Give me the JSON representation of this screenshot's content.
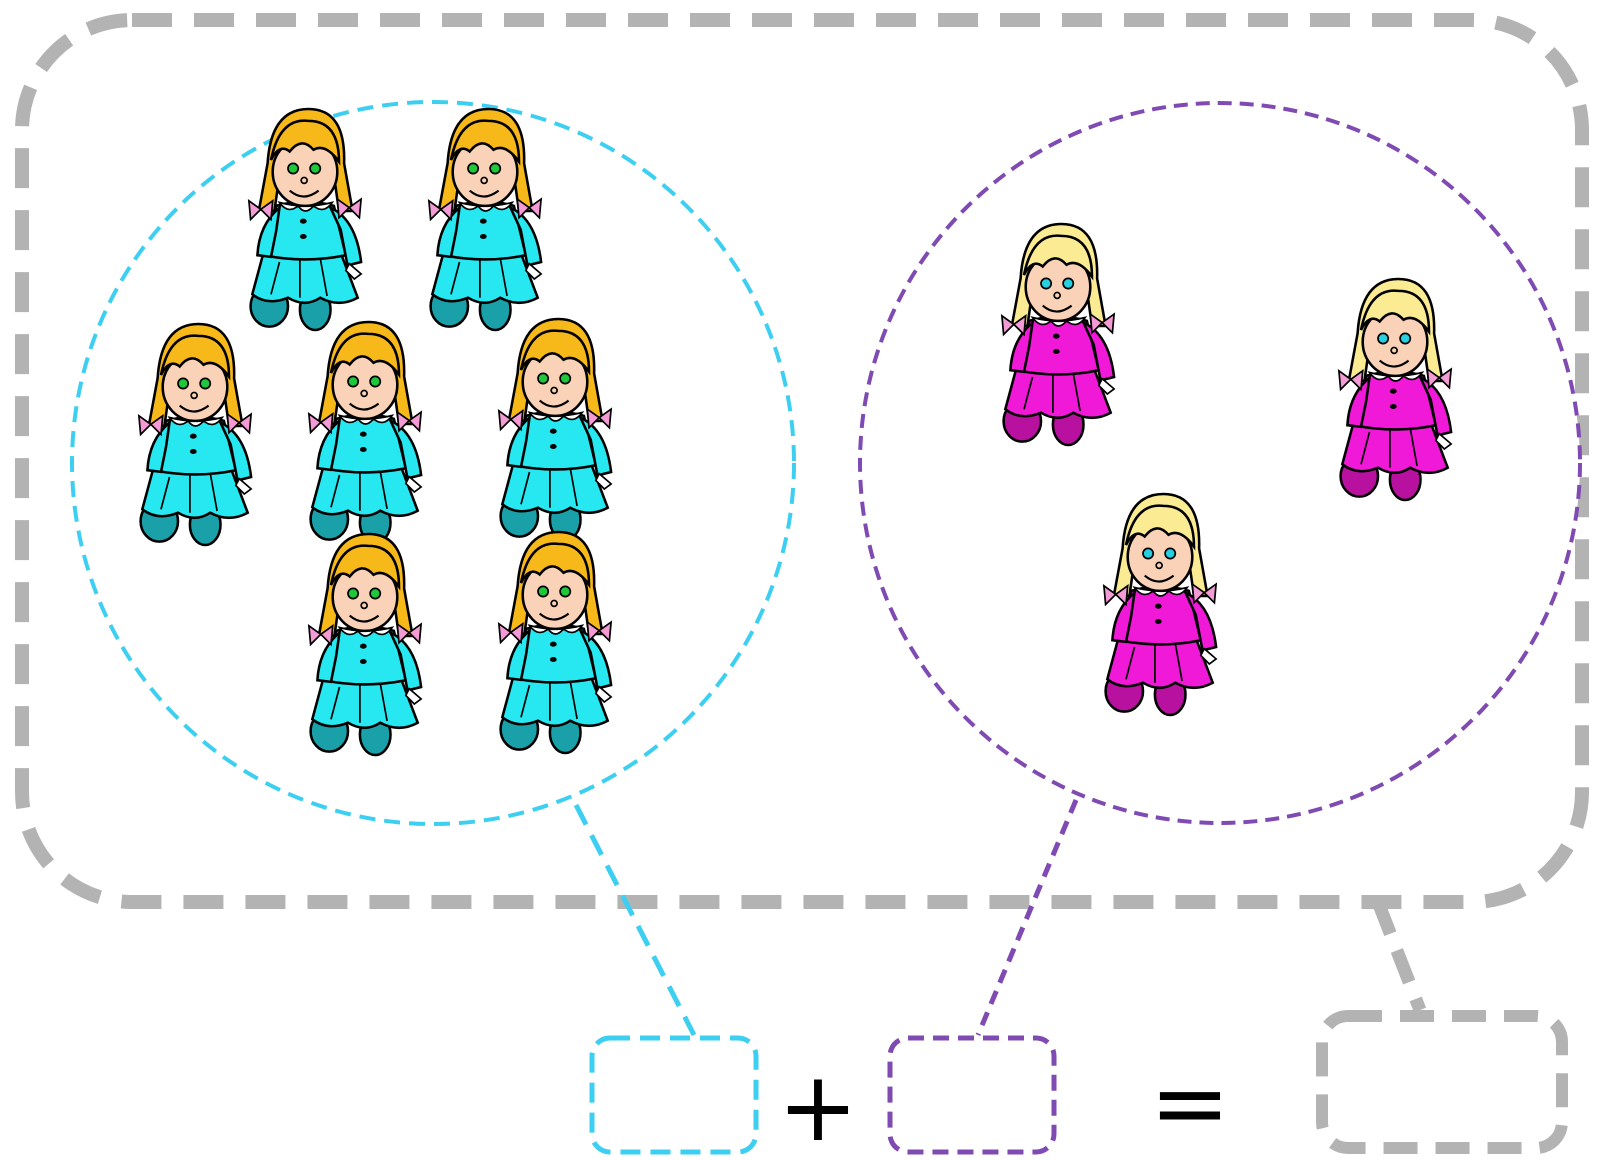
{
  "colors": {
    "outer_border": "#b3b3b3",
    "group_a_border": "#3ccff2",
    "group_b_border": "#7f4bb2",
    "group_a_dress": "#27e8f0",
    "group_a_dress_dark": "#1aa0a8",
    "group_a_hair": "#f7b81a",
    "group_a_eyes": "#1fc83a",
    "group_b_dress": "#f019d8",
    "group_b_dress_dark": "#b8109f",
    "group_b_hair": "#fbeb93",
    "group_b_eyes": "#28cfe0",
    "skin": "#f9d2b8",
    "bow": "#f49ad4"
  },
  "groups": [
    {
      "id": "a",
      "doll_count": 7,
      "doll_style": "teal-dress-doll-icon"
    },
    {
      "id": "b",
      "doll_count": 3,
      "doll_style": "magenta-dress-doll-icon"
    }
  ],
  "equation": {
    "operator": "+",
    "equals": "=",
    "answer_a": "",
    "answer_b": "",
    "answer_total": ""
  }
}
